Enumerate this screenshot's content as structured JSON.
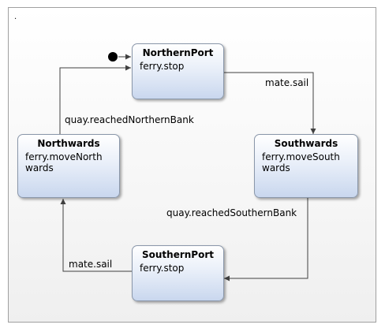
{
  "diagram": {
    "corner_mark": ".",
    "states": {
      "northern_port": {
        "name": "NorthernPort",
        "action": "ferry.stop"
      },
      "southwards": {
        "name": "Southwards",
        "action": "ferry.moveSouth\nwards"
      },
      "southern_port": {
        "name": "SouthernPort",
        "action": "ferry.stop"
      },
      "northwards": {
        "name": "Northwards",
        "action": "ferry.moveNorth\nwards"
      }
    },
    "transitions": {
      "northern_to_southwards": "mate.sail",
      "southwards_to_southern": "quay.reachedSouthernBank",
      "southern_to_northwards": "mate.sail",
      "northwards_to_northern": "quay.reachedNorthernBank"
    },
    "colors": {
      "state_border": "#8a97aa",
      "state_fill_top": "#ffffff",
      "state_fill_bottom": "#c9d7ee",
      "wire": "#404040",
      "initial_dot": "#000000"
    }
  }
}
